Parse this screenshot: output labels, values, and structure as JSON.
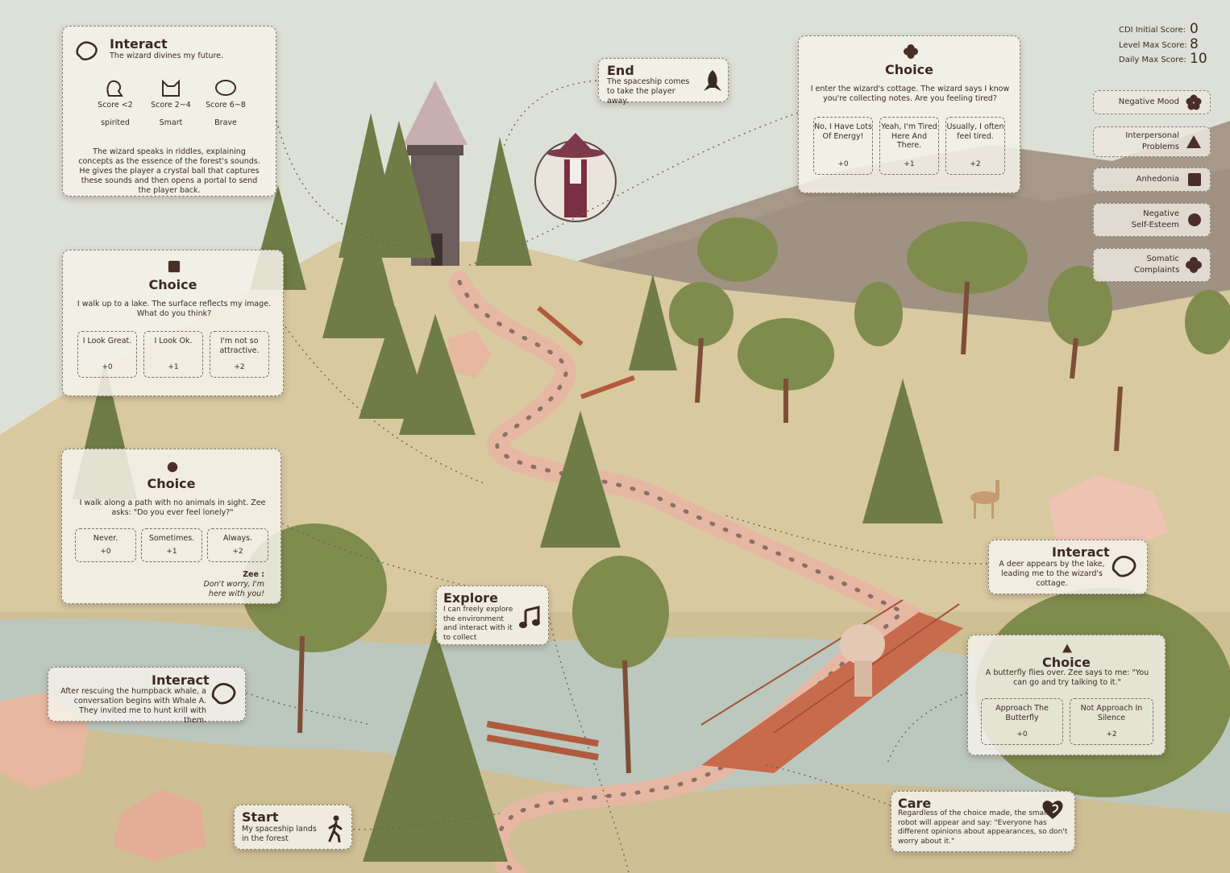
{
  "colors": {
    "card_bg": "#f4f2ea",
    "text": "#3b2a22",
    "path": "#e6b8a4",
    "grass": "#d8c9a0",
    "tree": "#6d7a45",
    "water": "#bcc9be"
  },
  "scores": {
    "initial_label": "CDI Initial Score:",
    "initial_value": "0",
    "level_label": "Level Max Score:",
    "level_value": "8",
    "daily_label": "Daily Max Score:",
    "daily_value": "10"
  },
  "categories": [
    {
      "label": "Negative Mood",
      "icon": "flower-icon"
    },
    {
      "label": "Interpersonal Problems",
      "icon": "triangle-icon"
    },
    {
      "label": "Anhedonia",
      "icon": "square-icon"
    },
    {
      "label": "Negative Self-Esteem",
      "icon": "circle-icon"
    },
    {
      "label": "Somatic Complaints",
      "icon": "clover-icon"
    }
  ],
  "interact_wizard": {
    "title": "Interact",
    "subtitle": "The wizard divines my future.",
    "outcomes": [
      {
        "score": "Score <2",
        "trait": "spirited",
        "icon": "squirrel-icon"
      },
      {
        "score": "Score 2~4",
        "trait": "Smart",
        "icon": "cat-icon"
      },
      {
        "score": "Score 6~8",
        "trait": "Brave",
        "icon": "pig-icon"
      }
    ],
    "body": "The wizard speaks in riddles, explaining concepts as the essence of the forest's sounds. He gives the player a crystal ball that captures these sounds and then opens a portal to send the player back."
  },
  "end": {
    "title": "End",
    "body": "The spaceship comes to take the player away."
  },
  "choice_cottage": {
    "title": "Choice",
    "prompt": "I enter the wizard's cottage. The wizard says I know you're collecting notes. Are you feeling tired?",
    "options": [
      {
        "text": "No, I Have Lots Of Energy!",
        "points": "+0"
      },
      {
        "text": "Yeah, I'm Tired Here And There.",
        "points": "+1"
      },
      {
        "text": "Usually, I often feel tired.",
        "points": "+2"
      }
    ]
  },
  "choice_lake": {
    "title": "Choice",
    "prompt": "I walk up to a lake. The surface reflects my image. What do you think?",
    "options": [
      {
        "text": "I Look Great.",
        "points": "+0"
      },
      {
        "text": "I Look Ok.",
        "points": "+1"
      },
      {
        "text": "I'm not so attractive.",
        "points": "+2"
      }
    ]
  },
  "choice_path": {
    "title": "Choice",
    "prompt": "I walk along a path with no animals in sight. Zee asks: \"Do you ever feel lonely?\"",
    "options": [
      {
        "text": "Never.",
        "points": "+0"
      },
      {
        "text": "Sometimes.",
        "points": "+1"
      },
      {
        "text": "Always.",
        "points": "+2"
      }
    ],
    "reply_name": "Zee :",
    "reply_text": "Don't worry, I'm here with you!"
  },
  "explore": {
    "title": "Explore",
    "body": "I can freely explore the environment and interact with it to collect"
  },
  "interact_deer": {
    "title": "Interact",
    "body": "A deer appears by the lake, leading me to the wizard's cottage."
  },
  "interact_whale": {
    "title": "Interact",
    "body": "After rescuing the humpback whale, a conversation begins with Whale A. They invited me to hunt krill with them."
  },
  "choice_butterfly": {
    "title": "Choice",
    "prompt": "A butterfly flies over. Zee says to me: \"You can go and try talking to it.\"",
    "options": [
      {
        "text": "Approach The Butterfly",
        "points": "+0"
      },
      {
        "text": "Not Approach In Silence",
        "points": "+2"
      }
    ]
  },
  "start": {
    "title": "Start",
    "body": "My spaceship lands in the forest"
  },
  "care": {
    "title": "Care",
    "body": "Regardless of the choice made, the small robot will appear and say: \"Everyone has different opinions about appearances, so don't worry about it.\""
  }
}
